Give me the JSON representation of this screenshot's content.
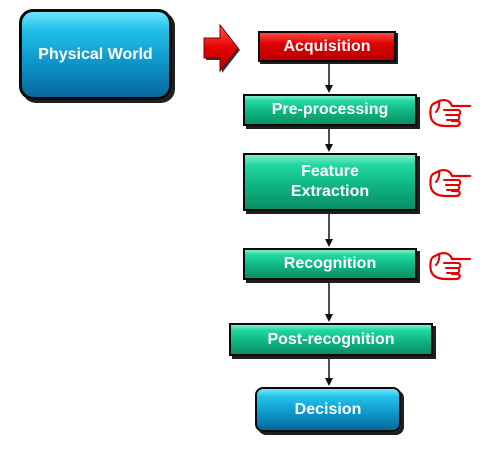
{
  "nodes": {
    "physical_world": "Physical World",
    "acquisition": "Acquisition",
    "preprocessing": "Pre-processing",
    "feature_extraction": "Feature\nExtraction",
    "recognition": "Recognition",
    "post_recognition": "Post-recognition",
    "decision": "Decision"
  },
  "colors": {
    "input_box": "#0b8fc4",
    "acquisition_box": "#e00000",
    "stage_box": "#0fb582",
    "big_arrow": "#e60000",
    "pointer_hand": "#e60000"
  },
  "icons": {
    "pointer": "pointing-hand-icon"
  }
}
